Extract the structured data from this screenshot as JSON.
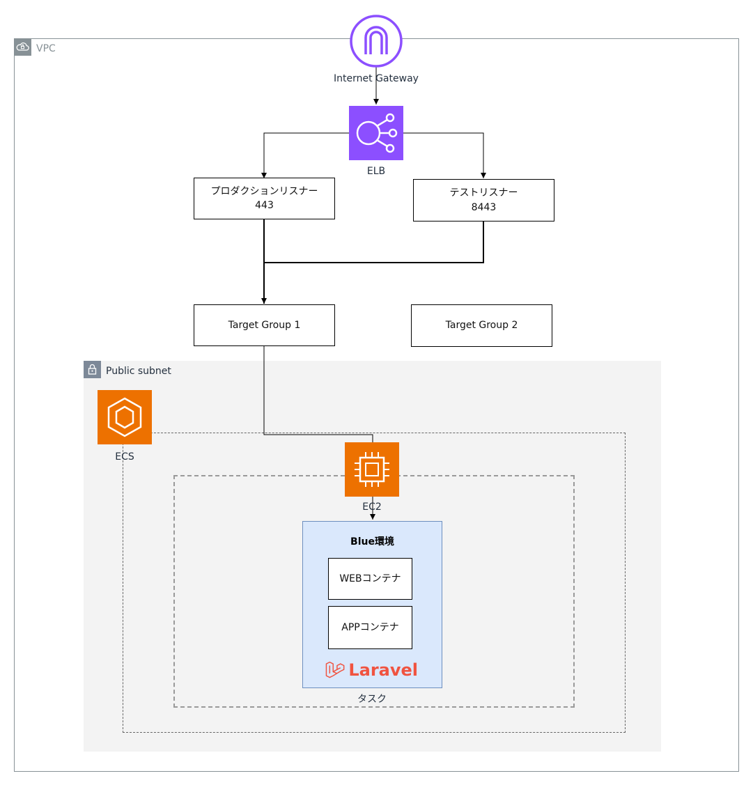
{
  "vpc": {
    "label": "VPC"
  },
  "internet_gateway": {
    "label": "Internet Gateway"
  },
  "elb": {
    "label": "ELB"
  },
  "listeners": [
    {
      "name": "プロダクションリスナー",
      "port": "443"
    },
    {
      "name": "テストリスナー",
      "port": "8443"
    }
  ],
  "target_groups": [
    {
      "label": "Target Group 1"
    },
    {
      "label": "Target Group 2"
    }
  ],
  "subnet": {
    "label": "Public subnet"
  },
  "ecs": {
    "label": "ECS"
  },
  "ec2": {
    "label": "EC2"
  },
  "task": {
    "label": "タスク",
    "env_title": "Blue環境",
    "containers": [
      "WEBコンテナ",
      "APPコンテナ"
    ],
    "framework": "Laravel"
  },
  "colors": {
    "gateway": "#8c4fff",
    "elb": "#8c4fff",
    "compute": "#ed7100",
    "laravel": "#f05340",
    "blue_env_fill": "#dae8fc"
  }
}
